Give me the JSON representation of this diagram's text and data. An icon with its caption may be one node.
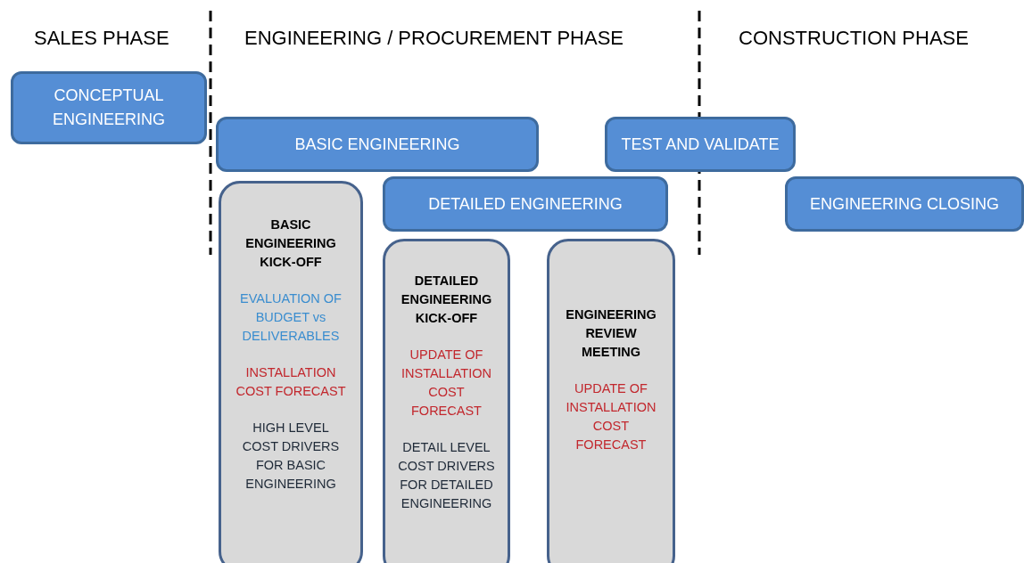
{
  "diagram": {
    "nodes": [
      {
        "text": [
          "CONCEPTUAL ENGINEERING"
        ]
      },
      {
        "text": [
          "BASIC ENGINEERING"
        ]
      },
      {
        "text": [
          "TEST AND VALIDATE"
        ]
      },
      {
        "text": [
          "DETAILED ENGINEERING"
        ]
      },
      {
        "text": [
          "ENGINEERING CLOSING"
        ]
      },
      {
        "text": [
          "BASIC ENGINEERING KICK-OFF",
          "EVALUATION OF BUDGET vs DELIVERABLES",
          "INSTALLATION COST FORECAST",
          "HIGH LEVEL COST DRIVERS FOR BASIC ENGINEERING"
        ]
      },
      {
        "text": [
          "DETAILED ENGINEERING KICK-OFF",
          "UPDATE OF INSTALLATION COST FORECAST",
          "DETAIL LEVEL COST DRIVERS FOR DETAILED ENGINEERING"
        ]
      },
      {
        "text": [
          "ENGINEERING REVIEW MEETING",
          "UPDATE OF INSTALLATION COST FORECAST"
        ]
      }
    ],
    "labels": [
      "SALES PHASE",
      "ENGINEERING / PROCUREMENT PHASE",
      "CONSTRUCTION PHASE"
    ]
  }
}
